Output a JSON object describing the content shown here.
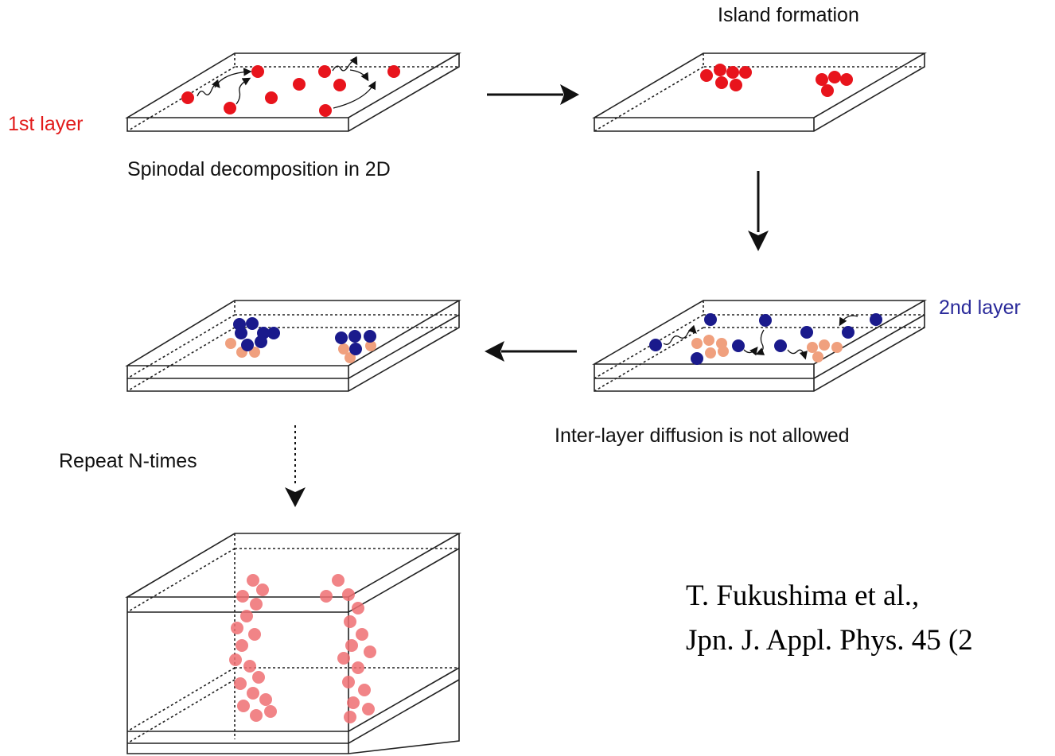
{
  "labels": {
    "first_layer": "1st layer",
    "second_layer": "2nd layer",
    "spinodal": "Spinodal decomposition in 2D",
    "island_formation": "Island formation",
    "inter_layer": "Inter-layer diffusion is not allowed",
    "repeat": "Repeat N-times"
  },
  "citation": {
    "line1": "T. Fukushima et al.,",
    "line2": "Jpn. J. Appl. Phys. 45 (2"
  },
  "colors": {
    "first_layer_atom": "#e8141c",
    "second_layer_atom": "#1a1a8c",
    "lower_island_atom": "#f0a07e",
    "stacked_atom": "#ee6f72",
    "line": "#222222",
    "first_layer_label": "#e21b1b",
    "second_layer_label": "#2a2a9a"
  }
}
